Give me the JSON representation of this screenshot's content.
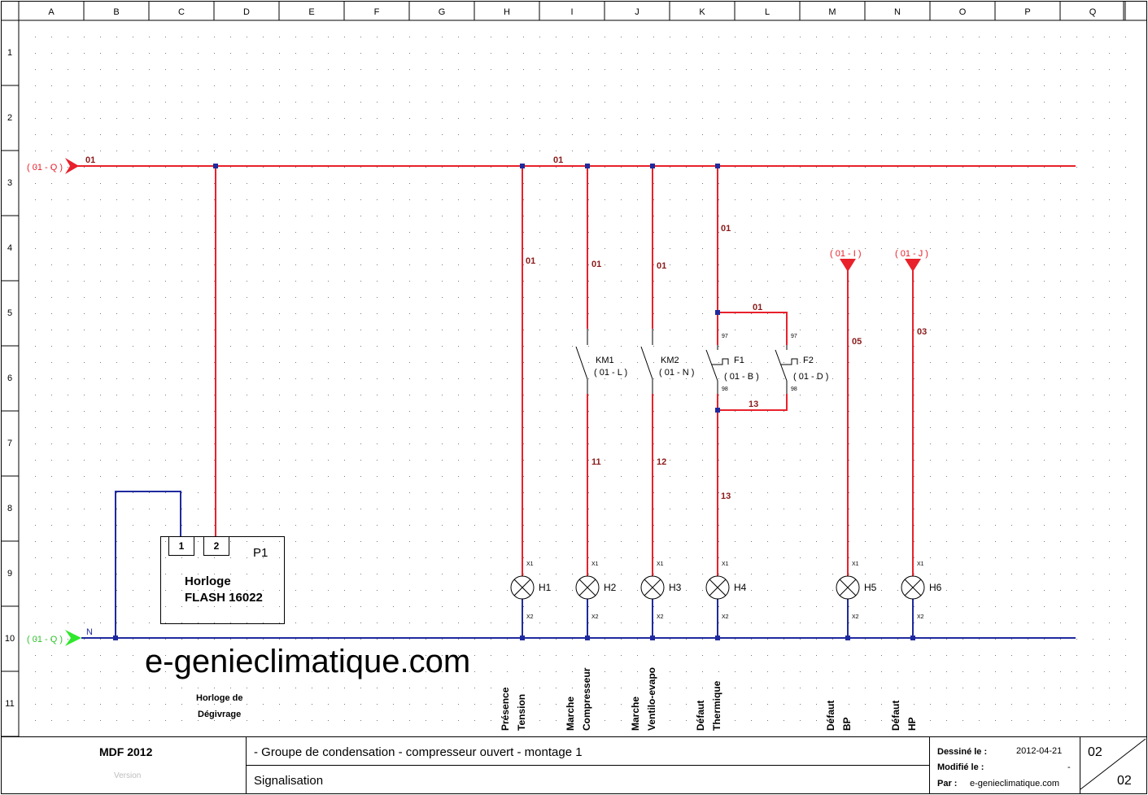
{
  "grid": {
    "columns": [
      "A",
      "B",
      "C",
      "D",
      "E",
      "F",
      "G",
      "H",
      "I",
      "J",
      "K",
      "L",
      "M",
      "N",
      "O",
      "P",
      "Q"
    ],
    "rows": [
      "1",
      "2",
      "3",
      "4",
      "5",
      "6",
      "7",
      "8",
      "9",
      "10",
      "11"
    ]
  },
  "colors": {
    "phase": "#e8212b",
    "neutral": "#1f2a9e",
    "phase_arrow": "#e8212b",
    "neutral_arrow": "#2ee82b",
    "wire_label": "#8b1a1a",
    "ref_label": "#e8212b",
    "neutral_ref_label": "#2ec42b"
  },
  "references": {
    "phase_in": "( 01 - Q )",
    "neutral_in": "( 01 - Q )",
    "ref_m": "( 01 - I )",
    "ref_n": "( 01 - J )"
  },
  "wires": {
    "main": "01",
    "main_mid": "01",
    "h1": "01",
    "h2_top": "01",
    "h3_top": "01",
    "h4_top": "01",
    "bridge_top": "01",
    "bridge_bottom": "13",
    "h2_bottom": "11",
    "h3_bottom": "12",
    "h4_bottom": "13",
    "h5": "05",
    "h6": "03",
    "neutral": "N"
  },
  "clock": {
    "terminal_1": "1",
    "terminal_2": "2",
    "tag": "P1",
    "name_line1": "Horloge",
    "name_line2": "FLASH 16022",
    "caption_line1": "Horloge de",
    "caption_line2": "Dégivrage"
  },
  "contactors": [
    {
      "tag": "KM1",
      "ref": "( 01 - L )"
    },
    {
      "tag": "KM2",
      "ref": "( 01 - N )"
    }
  ],
  "thermal": [
    {
      "tag": "F1",
      "ref": "( 01 - B )",
      "t_top": "97",
      "t_bottom": "98"
    },
    {
      "tag": "F2",
      "ref": "( 01 - D )",
      "t_top": "97",
      "t_bottom": "98"
    }
  ],
  "lamps": [
    {
      "tag": "H1",
      "x1": "X1",
      "x2": "X2",
      "caption1": "Présence",
      "caption2": "Tension"
    },
    {
      "tag": "H2",
      "x1": "X1",
      "x2": "X2",
      "caption1": "Marche",
      "caption2": "Compresseur"
    },
    {
      "tag": "H3",
      "x1": "X1",
      "x2": "X2",
      "caption1": "Marche",
      "caption2": "Ventilo-evapo"
    },
    {
      "tag": "H4",
      "x1": "X1",
      "x2": "X2",
      "caption1": "Défaut",
      "caption2": "Thermique"
    },
    {
      "tag": "H5",
      "x1": "X1",
      "x2": "X2",
      "caption1": "Défaut",
      "caption2": "BP"
    },
    {
      "tag": "H6",
      "x1": "X1",
      "x2": "X2",
      "caption1": "Défaut",
      "caption2": "HP"
    }
  ],
  "watermark": "e-genieclimatique.com",
  "title_block": {
    "project": "MDF 2012",
    "subtitle": "Version",
    "title": "- Groupe de condensation  -  compresseur ouvert  -  montage 1",
    "section": "Signalisation",
    "drawn_label": "Dessiné le :",
    "drawn_value": "2012-04-21",
    "modified_label": "Modifié le :",
    "modified_value": "-",
    "by_label": "Par :",
    "by_value": "e-genieclimatique.com",
    "sheet": "02",
    "total": "02"
  }
}
